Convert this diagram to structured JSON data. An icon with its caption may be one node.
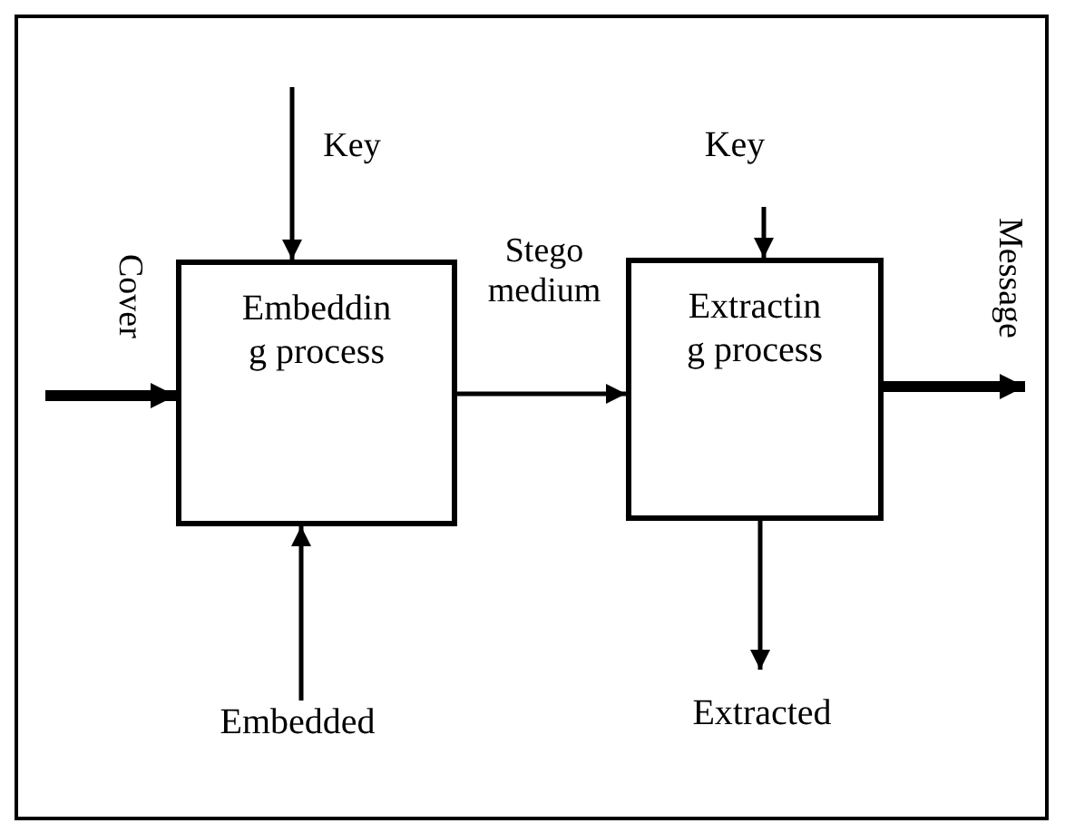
{
  "diagram": {
    "nodes": [
      {
        "text": [
          "Embeddin g process"
        ]
      },
      {
        "text": [
          "Extractin g process"
        ]
      },
      {
        "text": [
          "Embedded"
        ]
      },
      {
        "text": [
          "Key"
        ]
      },
      {
        "text": [
          "Extracted"
        ]
      }
    ],
    "edges": [
      {
        "from": null,
        "to": 0,
        "arrow": "to",
        "label": "Key"
      },
      {
        "from": null,
        "to": 0,
        "arrow": "to",
        "style": "thick",
        "label": "Cover"
      },
      {
        "from": 2,
        "to": 0,
        "arrow": "to"
      },
      {
        "from": 0,
        "to": 1,
        "arrow": "to",
        "label": "Stego medium"
      },
      {
        "from": 3,
        "to": 1,
        "arrow": "to"
      },
      {
        "from": 1,
        "to": null,
        "arrow": "to",
        "style": "thick",
        "label": "Message"
      },
      {
        "from": 1,
        "to": 4,
        "arrow": "to"
      }
    ]
  }
}
